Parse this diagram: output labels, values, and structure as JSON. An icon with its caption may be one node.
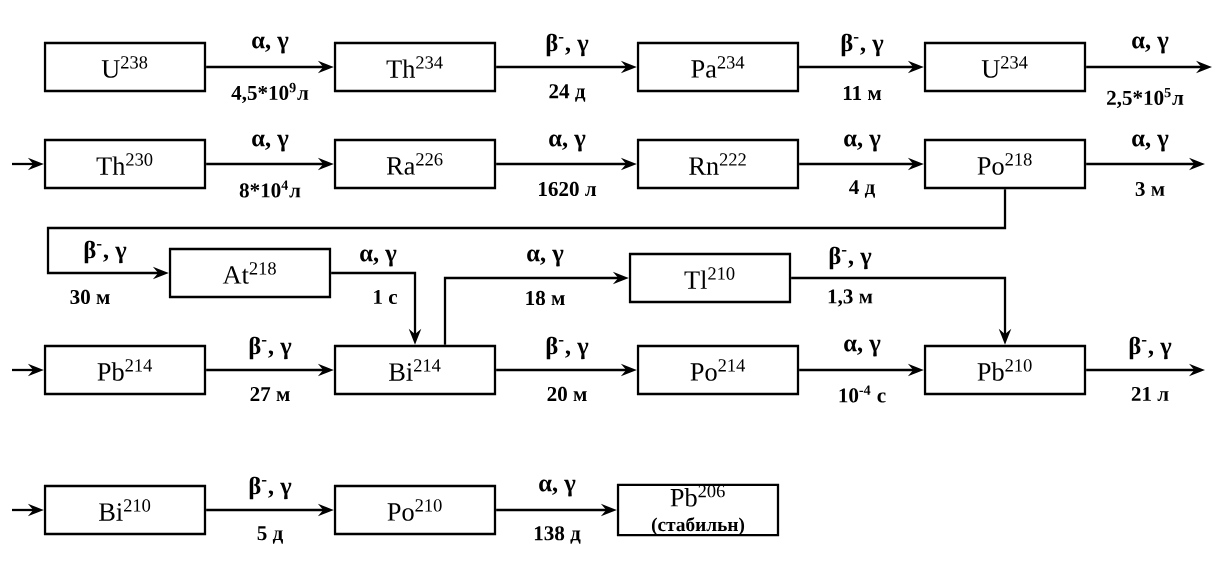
{
  "diagram": {
    "nodes": [
      {
        "text": [
          "U$^{238}$"
        ]
      },
      {
        "text": [
          "Th$^{234}$"
        ]
      },
      {
        "text": [
          "Pa$^{234}$"
        ]
      },
      {
        "text": [
          "U$^{234}$"
        ]
      },
      {
        "text": [
          "Th$^{230}$"
        ]
      },
      {
        "text": [
          "Ra$^{226}$"
        ]
      },
      {
        "text": [
          "Rn$^{222}$"
        ]
      },
      {
        "text": [
          "Po$^{218}$"
        ]
      },
      {
        "text": [
          "At$^{218}$"
        ]
      },
      {
        "text": [
          "Tl$^{210}$"
        ]
      },
      {
        "text": [
          "Pb$^{214}$"
        ]
      },
      {
        "text": [
          "Bi$^{214}$"
        ]
      },
      {
        "text": [
          "Po$^{214}$"
        ]
      },
      {
        "text": [
          "Pb$^{210}$"
        ]
      },
      {
        "text": [
          "Bi$^{210}$"
        ]
      },
      {
        "text": [
          "Po$^{210}$"
        ]
      },
      {
        "text": [
          "Pb$^{206}$",
          "(стабильн)"
        ]
      }
    ],
    "edges": [
      {
        "from": 0,
        "to": 1,
        "arrow": "to",
        "label": "α, γ"
      },
      {
        "from": 1,
        "to": 2,
        "arrow": "to",
        "label": "β$^{-}$, γ"
      },
      {
        "from": 2,
        "to": 3,
        "arrow": "to",
        "label": "β$^{-}$, γ"
      },
      {
        "from": 3,
        "to": null,
        "arrow": "to",
        "label": "α, γ"
      },
      {
        "from": null,
        "to": 4,
        "arrow": "to"
      },
      {
        "from": 4,
        "to": 5,
        "arrow": "to",
        "label": "α, γ"
      },
      {
        "from": 5,
        "to": 6,
        "arrow": "to",
        "label": "α, γ"
      },
      {
        "from": 6,
        "to": 7,
        "arrow": "to",
        "label": "α, γ"
      },
      {
        "from": 7,
        "to": null,
        "arrow": "to",
        "label": "α, γ"
      },
      {
        "from": 7,
        "to": 8,
        "arrow": "to",
        "label": "β$^{-}$, γ"
      },
      {
        "from": 8,
        "to": 11,
        "arrow": "to",
        "label": "α, γ"
      },
      {
        "from": null,
        "to": 10,
        "arrow": "to"
      },
      {
        "from": 10,
        "to": 11,
        "arrow": "to",
        "label": "β$^{-}$, γ"
      },
      {
        "from": 11,
        "to": 9,
        "arrow": "to",
        "label": "α, γ"
      },
      {
        "from": 9,
        "to": 13,
        "arrow": "to",
        "label": "β$^{-}$, γ"
      },
      {
        "from": 11,
        "to": 12,
        "arrow": "to",
        "label": "β$^{-}$, γ"
      },
      {
        "from": 12,
        "to": 13,
        "arrow": "to",
        "label": "α, γ"
      },
      {
        "from": 13,
        "to": null,
        "arrow": "to",
        "label": "β$^{-}$, γ"
      },
      {
        "from": null,
        "to": 14,
        "arrow": "to"
      },
      {
        "from": 14,
        "to": 15,
        "arrow": "to",
        "label": "β$^{-}$, γ"
      },
      {
        "from": 15,
        "to": 16,
        "arrow": "to",
        "label": "α, γ"
      }
    ],
    "labels": [
      "4,5*10$^{9}$л",
      "24 д",
      "11 м",
      "2,5*10$^{5}$л",
      "8*10$^{4}$л",
      "1620 л",
      "4 д",
      "3 м",
      "30 м",
      "1 с",
      "18 м",
      "1,3 м",
      "27 м",
      "20 м",
      "10$^{-4}$ с",
      "21 л",
      "5 д",
      "138 д"
    ]
  }
}
